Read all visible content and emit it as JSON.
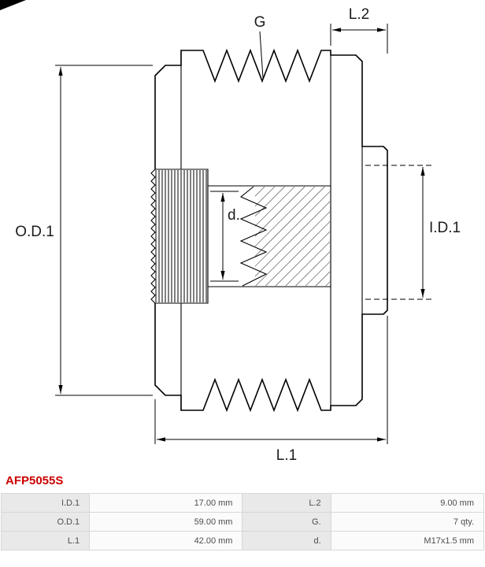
{
  "part_number": "AFP5055S",
  "drawing": {
    "labels": {
      "od1": "O.D.1",
      "id1": "I.D.1",
      "l1": "L.1",
      "l2": "L.2",
      "g": "G",
      "d": "d."
    }
  },
  "spec_table": {
    "rows": [
      {
        "label1": "I.D.1",
        "value1": "17.00 mm",
        "label2": "L.2",
        "value2": "9.00 mm"
      },
      {
        "label1": "O.D.1",
        "value1": "59.00 mm",
        "label2": "G.",
        "value2": "7 qty."
      },
      {
        "label1": "L.1",
        "value1": "42.00 mm",
        "label2": "d.",
        "value2": "M17x1.5 mm"
      }
    ]
  },
  "colors": {
    "part_number_red": "#CC0000",
    "line_color": "#000000",
    "label_cell_bg": "#E9E9E9",
    "value_cell_bg": "#FBFBFB"
  }
}
